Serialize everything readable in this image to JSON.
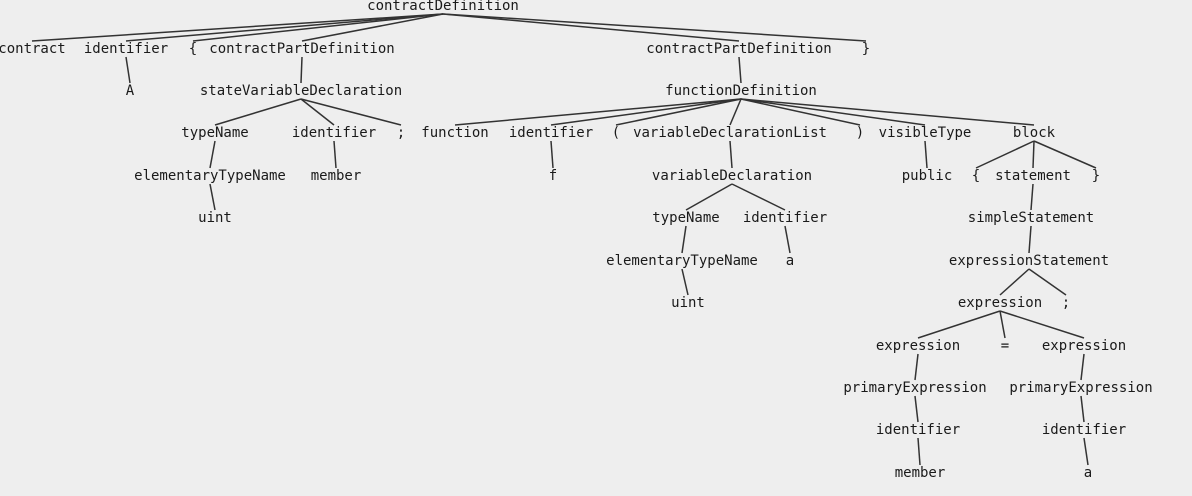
{
  "colors": {
    "background": "#eeeeee",
    "text": "#1a1a1a",
    "edge": "#333333"
  },
  "tree": {
    "label": "contractDefinition",
    "children": [
      {
        "label": "contract",
        "children": []
      },
      {
        "label": "identifier",
        "children": [
          {
            "label": "A",
            "children": []
          }
        ]
      },
      {
        "label": "{",
        "children": []
      },
      {
        "label": "contractPartDefinition",
        "children": [
          {
            "label": "stateVariableDeclaration",
            "children": [
              {
                "label": "typeName",
                "children": [
                  {
                    "label": "elementaryTypeName",
                    "children": [
                      {
                        "label": "uint",
                        "children": []
                      }
                    ]
                  }
                ]
              },
              {
                "label": "identifier",
                "children": [
                  {
                    "label": "member",
                    "children": []
                  }
                ]
              },
              {
                "label": ";",
                "children": []
              }
            ]
          }
        ]
      },
      {
        "label": "contractPartDefinition",
        "children": [
          {
            "label": "functionDefinition",
            "children": [
              {
                "label": "function",
                "children": []
              },
              {
                "label": "identifier",
                "children": [
                  {
                    "label": "f",
                    "children": []
                  }
                ]
              },
              {
                "label": "(",
                "children": []
              },
              {
                "label": "variableDeclarationList",
                "children": [
                  {
                    "label": "variableDeclaration",
                    "children": [
                      {
                        "label": "typeName",
                        "children": [
                          {
                            "label": "elementaryTypeName",
                            "children": [
                              {
                                "label": "uint",
                                "children": []
                              }
                            ]
                          }
                        ]
                      },
                      {
                        "label": "identifier",
                        "children": [
                          {
                            "label": "a",
                            "children": []
                          }
                        ]
                      }
                    ]
                  }
                ]
              },
              {
                "label": ")",
                "children": []
              },
              {
                "label": "visibleType",
                "children": [
                  {
                    "label": "public",
                    "children": []
                  }
                ]
              },
              {
                "label": "block",
                "children": [
                  {
                    "label": "{",
                    "children": []
                  },
                  {
                    "label": "statement",
                    "children": [
                      {
                        "label": "simpleStatement",
                        "children": [
                          {
                            "label": "expressionStatement",
                            "children": [
                              {
                                "label": "expression",
                                "children": [
                                  {
                                    "label": "expression",
                                    "children": [
                                      {
                                        "label": "primaryExpression",
                                        "children": [
                                          {
                                            "label": "identifier",
                                            "children": [
                                              {
                                                "label": "member",
                                                "children": []
                                              }
                                            ]
                                          }
                                        ]
                                      }
                                    ]
                                  },
                                  {
                                    "label": "=",
                                    "children": []
                                  },
                                  {
                                    "label": "expression",
                                    "children": [
                                      {
                                        "label": "primaryExpression",
                                        "children": [
                                          {
                                            "label": "identifier",
                                            "children": [
                                              {
                                                "label": "a",
                                                "children": []
                                              }
                                            ]
                                          }
                                        ]
                                      }
                                    ]
                                  }
                                ]
                              },
                              {
                                "label": ";",
                                "children": []
                              }
                            ]
                          }
                        ]
                      }
                    ]
                  },
                  {
                    "label": "}",
                    "children": []
                  }
                ]
              }
            ]
          }
        ]
      },
      {
        "label": "}",
        "children": []
      }
    ]
  }
}
